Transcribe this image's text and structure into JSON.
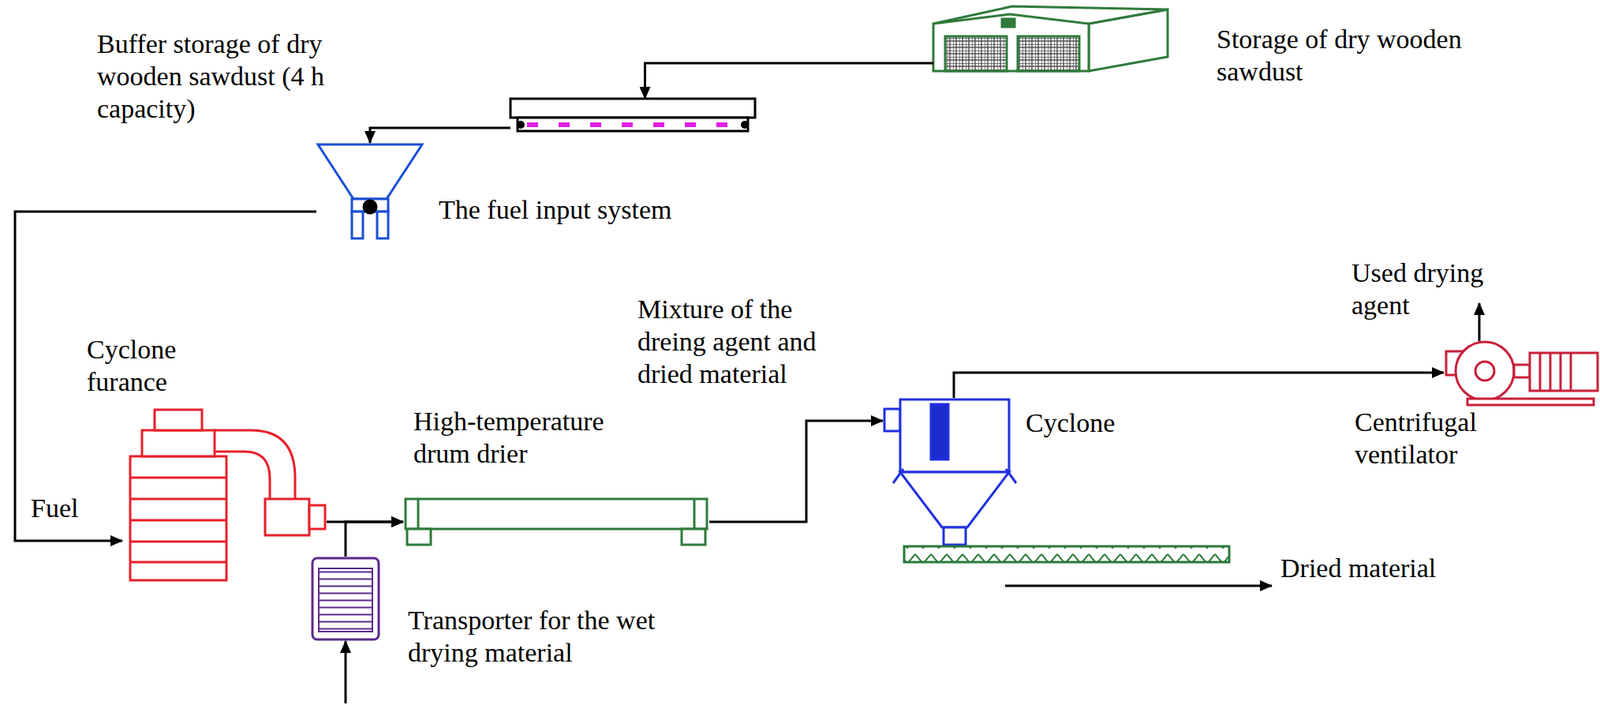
{
  "diagram": {
    "nodes": [
      {
        "text": [
          "Buffer storage of dry wooden sawdust (4 h capacity)"
        ]
      },
      {
        "text": [
          "Storage of dry wooden sawdust"
        ]
      },
      {
        "text": [
          "The fuel input system"
        ]
      },
      {
        "text": [
          "Cyclone furance"
        ]
      },
      {
        "text": [
          "High-temperature drum drier"
        ]
      },
      {
        "text": [
          "Transporter for the wet drying material"
        ]
      },
      {
        "text": [
          "Cyclone"
        ]
      },
      {
        "text": [
          "Centrifugal ventilator"
        ]
      }
    ],
    "edges": [
      {
        "from": 1,
        "to": 0,
        "arrow": "to"
      },
      {
        "from": 0,
        "to": 2,
        "arrow": "to"
      },
      {
        "from": 2,
        "to": 3,
        "arrow": "to"
      },
      {
        "from": 3,
        "to": 4,
        "arrow": "to"
      },
      {
        "from": 5,
        "to": 4,
        "arrow": "to"
      },
      {
        "from": 4,
        "to": 6,
        "arrow": "to"
      },
      {
        "from": 6,
        "to": 7,
        "arrow": "to"
      }
    ],
    "labels": [
      "Fuel",
      "Mixture of the dreing agent and dried material",
      "Used drying agent",
      "Dried material"
    ]
  }
}
